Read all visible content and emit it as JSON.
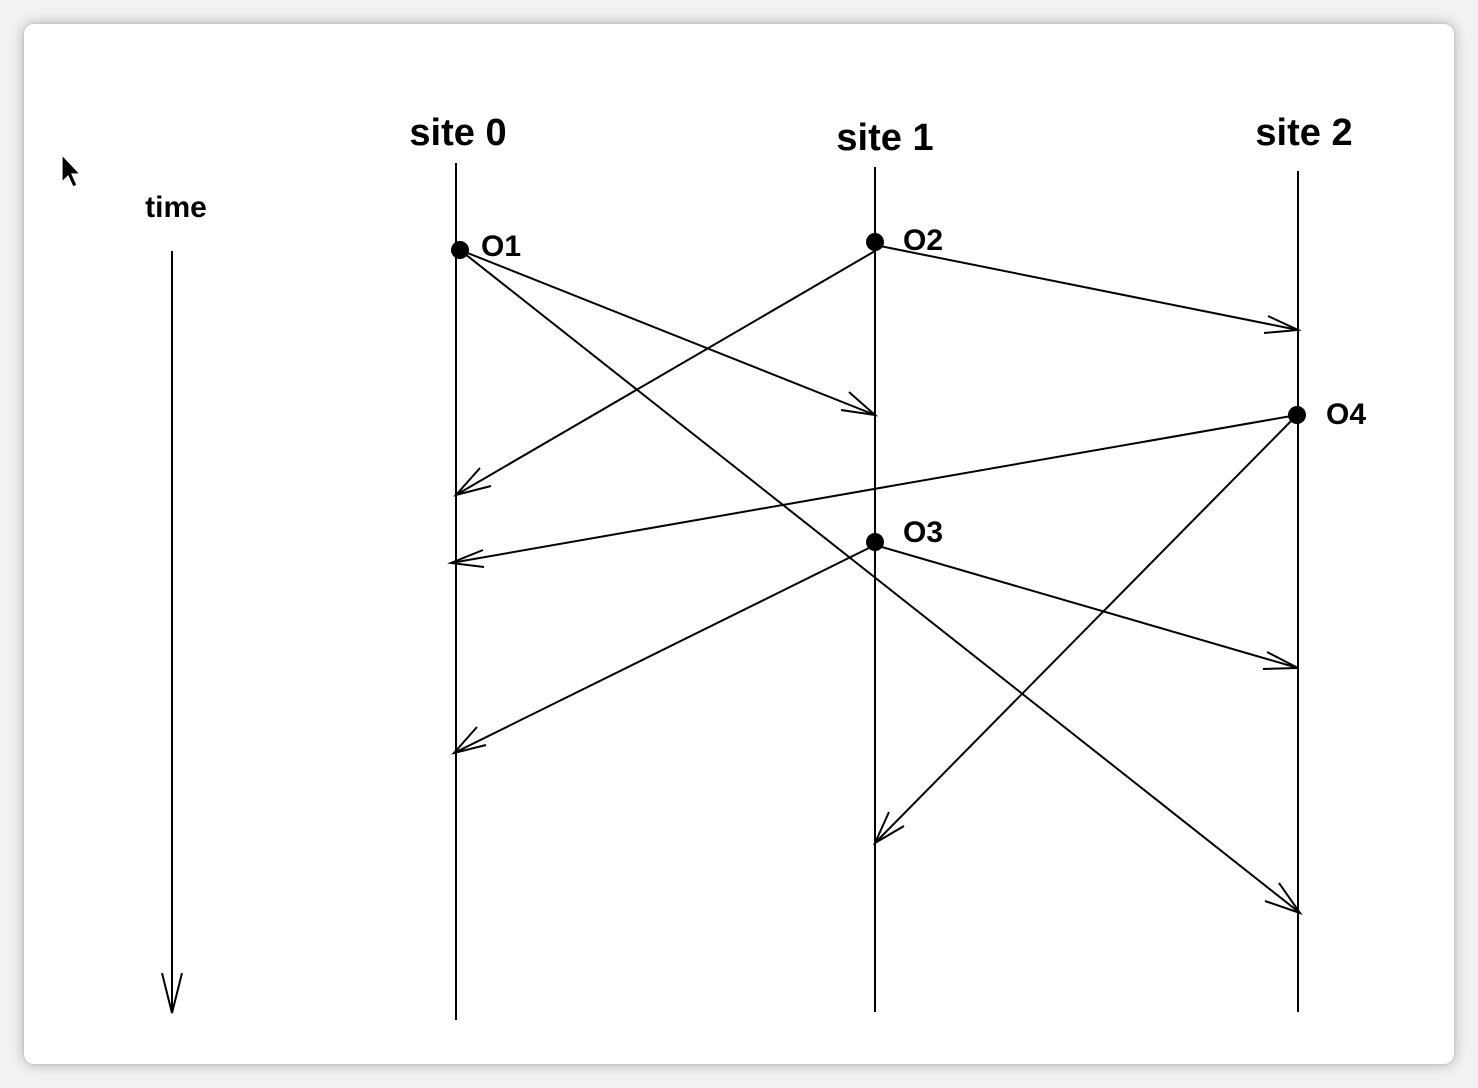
{
  "time_axis": {
    "label": "time"
  },
  "sites": [
    {
      "id": "site-0",
      "label": "site 0"
    },
    {
      "id": "site-1",
      "label": "site 1"
    },
    {
      "id": "site-2",
      "label": "site 2"
    }
  ],
  "operations": [
    {
      "id": "O1",
      "label": "O1",
      "site": 0
    },
    {
      "id": "O2",
      "label": "O2",
      "site": 1
    },
    {
      "id": "O3",
      "label": "O3",
      "site": 1
    },
    {
      "id": "O4",
      "label": "O4",
      "site": 2
    }
  ],
  "messages": [
    {
      "from": "O1",
      "to_site": 1
    },
    {
      "from": "O1",
      "to_site": 2
    },
    {
      "from": "O2",
      "to_site": 0
    },
    {
      "from": "O2",
      "to_site": 2
    },
    {
      "from": "O3",
      "to_site": 0
    },
    {
      "from": "O3",
      "to_site": 2
    },
    {
      "from": "O4",
      "to_site": 0
    },
    {
      "from": "O4",
      "to_site": 1
    }
  ]
}
